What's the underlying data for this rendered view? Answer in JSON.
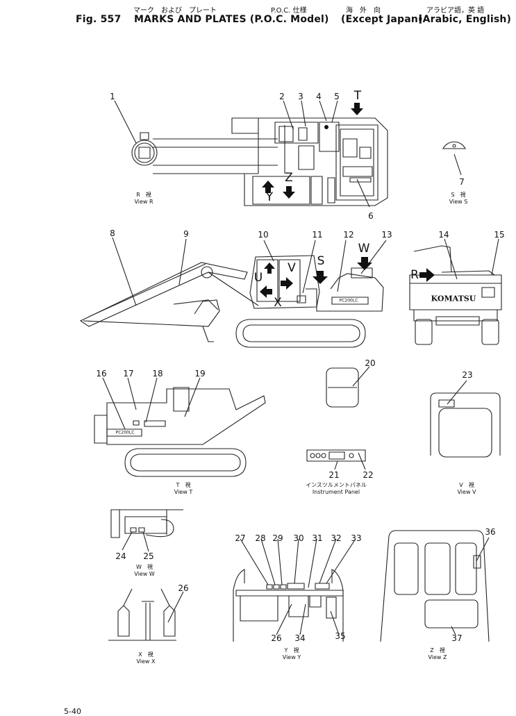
{
  "header": {
    "jp_marks": "マーク　および　プレート",
    "jp_poc": "P.O.C. 仕様",
    "jp_except": "海　外　向",
    "jp_lang": "アラビア語，英 語",
    "fig_label": "Fig. 557",
    "title_main": "MARKS AND PLATES (P.O.C. Model)",
    "title_except": "(Except Japan)",
    "title_lang": "(Arabic, English)"
  },
  "views": {
    "r_jp": "R　視",
    "r_en": "View R",
    "s_jp": "S　視",
    "s_en": "View S",
    "t_jp": "T　視",
    "t_en": "View T",
    "panel_jp": "インスツルメントパネル",
    "panel_en": "Instrument Panel",
    "v_jp": "V　視",
    "v_en": "View V",
    "w_jp": "W　視",
    "w_en": "View W",
    "x_jp": "X　視",
    "x_en": "View X",
    "y_jp": "Y　視",
    "y_en": "View Y",
    "z_jp": "Z　視",
    "z_en": "View Z"
  },
  "callouts": [
    "1",
    "2",
    "3",
    "4",
    "5",
    "6",
    "7",
    "8",
    "9",
    "10",
    "11",
    "12",
    "13",
    "14",
    "15",
    "16",
    "17",
    "18",
    "19",
    "20",
    "21",
    "22",
    "23",
    "24",
    "25",
    "26",
    "26",
    "27",
    "28",
    "29",
    "30",
    "31",
    "32",
    "33",
    "34",
    "35",
    "36",
    "37"
  ],
  "arrow_letters": {
    "t": "T",
    "z": "Z",
    "y": "Y",
    "u": "U",
    "v": "V",
    "x": "X",
    "s": "S",
    "w": "W",
    "r": "R"
  },
  "brand": "KOMATSU",
  "model_badge": "PC200LC",
  "page_number": "5-40"
}
